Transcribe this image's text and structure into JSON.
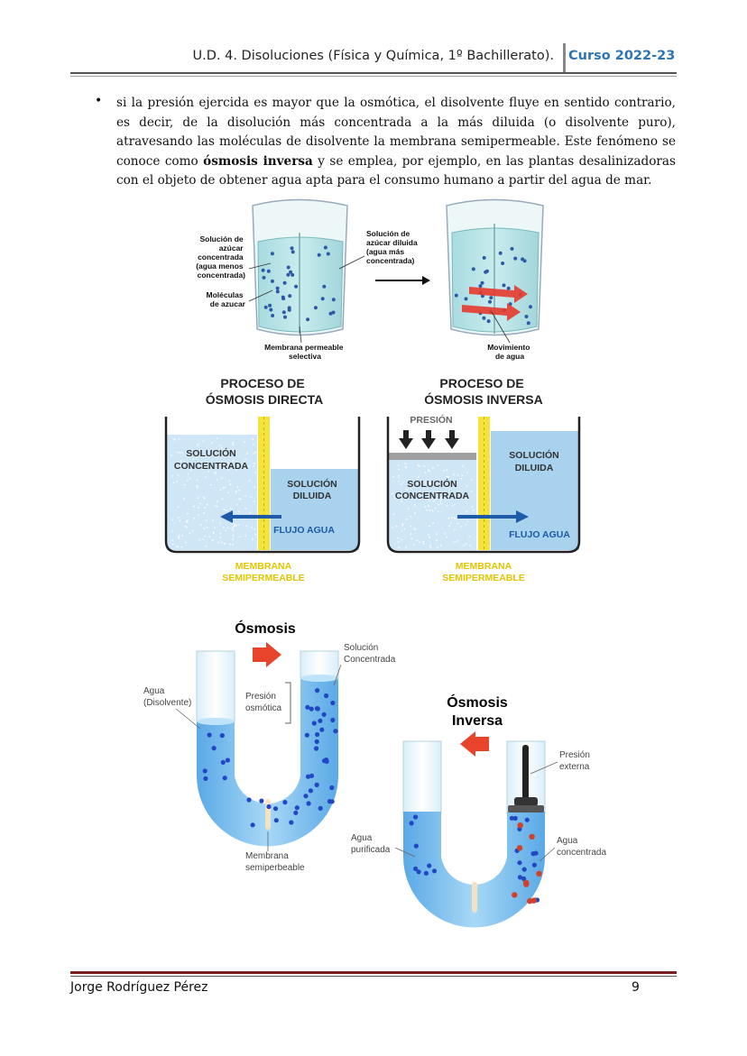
{
  "header": {
    "title": "U.D. 4. Disoluciones (Física y Química, 1º Bachillerato).",
    "course": "Curso 2022-23"
  },
  "body": {
    "text_pre": "si la presión ejercida es mayor que la osmótica, el disolvente fluye en sentido contrario, es decir, de la disolución más concentrada a la más diluida (o disolvente puro), atravesando las moléculas de disolvente la membrana semipermeable. Este fenómeno se conoce como ",
    "text_bold": "ósmosis inversa",
    "text_post": " y se emplea, por ejemplo, en las plantas desalinizadoras con el objeto de obtener agua apta para el consumo humano a partir del agua de mar."
  },
  "figure1": {
    "label_concentrada": [
      "Solución de",
      "azúcar",
      "concentrada",
      "(agua menos",
      "concentrada)"
    ],
    "label_moleculas": [
      "Moléculas",
      "de azucar"
    ],
    "label_diluida": [
      "Solución de",
      "azúcar diluida",
      "(agua más",
      "concentrada)"
    ],
    "label_membrana": [
      "Membrana permeable",
      "selectiva"
    ],
    "label_movimiento": [
      "Movimiento",
      "de agua"
    ]
  },
  "figure2": {
    "title_directa": [
      "PROCESO DE",
      "ÓSMOSIS DIRECTA"
    ],
    "title_inversa": [
      "PROCESO DE",
      "ÓSMOSIS INVERSA"
    ],
    "presion": "PRESIÓN",
    "sol_concentrada": [
      "SOLUCIÓN",
      "CONCENTRADA"
    ],
    "sol_diluida": [
      "SOLUCIÓN",
      "DILUIDA"
    ],
    "flujo": "FLUJO AGUA",
    "membrana": [
      "MEMBRANA",
      "SEMIPERMEABLE"
    ]
  },
  "figure3": {
    "title_osmosis": "Ósmosis",
    "label_sol_conc": [
      "Solución",
      "Concentrada"
    ],
    "label_agua": [
      "Agua",
      "(Disolvente)"
    ],
    "label_presion": [
      "Presión",
      "osmótica"
    ],
    "label_membrana": [
      "Membrana",
      "semiperbeable"
    ],
    "title_inversa": [
      "Ósmosis",
      "Inversa"
    ],
    "label_presion_ext": [
      "Presión",
      "externa"
    ],
    "label_agua_pur": [
      "Agua",
      "purificada"
    ],
    "label_agua_conc": [
      "Agua",
      "concentrada"
    ]
  },
  "footer": {
    "author": "Jorge Rodríguez Pérez",
    "page": "9"
  }
}
